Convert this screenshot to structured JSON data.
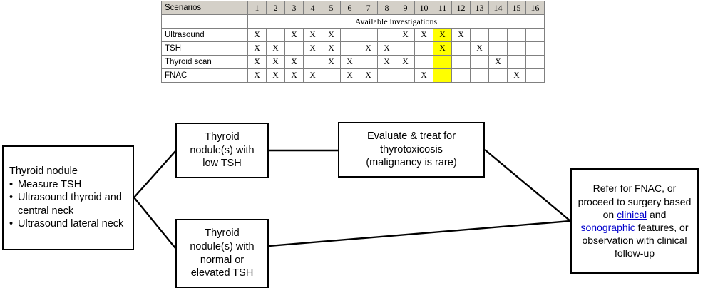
{
  "table": {
    "corner_label": "Scenarios",
    "columns": [
      "1",
      "2",
      "3",
      "4",
      "5",
      "6",
      "7",
      "8",
      "9",
      "10",
      "11",
      "12",
      "13",
      "14",
      "15",
      "16"
    ],
    "section_label": "Available investigations",
    "mark": "X",
    "highlight_color": "#ffff00",
    "highlight_column": "11",
    "rows": [
      {
        "label": "Ultrasound",
        "cells": [
          "X",
          "",
          "X",
          "X",
          "X",
          "",
          "",
          "",
          "X",
          "X",
          "X",
          "X",
          "",
          "",
          "",
          ""
        ]
      },
      {
        "label": "TSH",
        "cells": [
          "X",
          "X",
          "",
          "X",
          "X",
          "",
          "X",
          "X",
          "",
          "",
          "X",
          "",
          "X",
          "",
          "",
          ""
        ]
      },
      {
        "label": "Thyroid scan",
        "cells": [
          "X",
          "X",
          "X",
          "",
          "X",
          "X",
          "",
          "X",
          "X",
          "",
          "",
          "",
          "",
          "X",
          "",
          ""
        ]
      },
      {
        "label": "FNAC",
        "cells": [
          "X",
          "X",
          "X",
          "X",
          "",
          "X",
          "X",
          "",
          "",
          "X",
          "",
          "",
          "",
          "",
          "X",
          ""
        ]
      }
    ]
  },
  "flowchart": {
    "nodule_box": {
      "title": "Thyroid nodule",
      "bullets": [
        "Measure TSH",
        "Ultrasound thyroid and central neck",
        "Ultrasound lateral neck"
      ]
    },
    "low_tsh_box": {
      "line1": "Thyroid",
      "line2": "nodule(s) with",
      "line3": "low TSH"
    },
    "evaluate_box": {
      "line1": "Evaluate & treat for",
      "line2": "thyrotoxicosis",
      "line3": "(malignancy is rare)"
    },
    "normal_tsh_box": {
      "line1": "Thyroid",
      "line2": "nodule(s) with",
      "line3": "normal or",
      "line4": "elevated TSH"
    },
    "refer_box": {
      "part1": "Refer for FNAC, or proceed to surgery based on ",
      "link1": "clinical",
      "part2": " and ",
      "link2": "sonographic",
      "part3": " features, or observation with clinical follow-up",
      "link_color": "#0000cc"
    }
  }
}
